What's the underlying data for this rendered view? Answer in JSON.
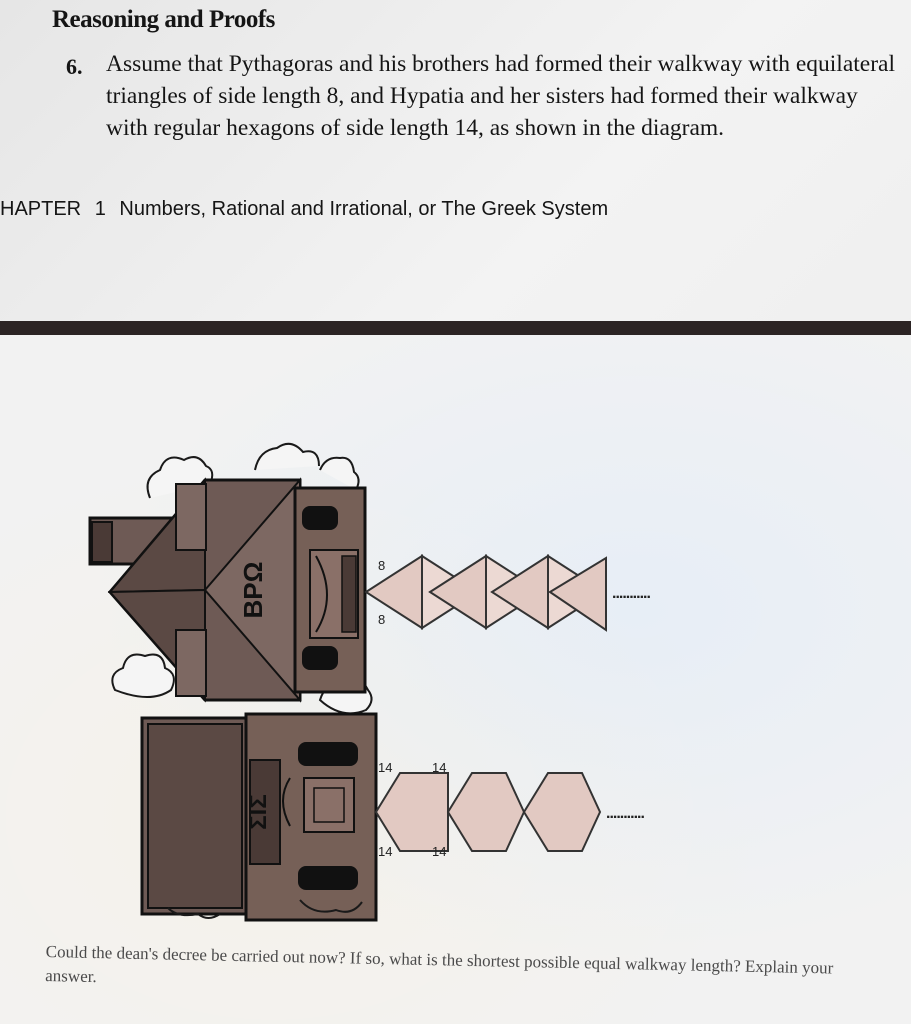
{
  "section_title": "Reasoning and Proofs",
  "problem": {
    "number": "6.",
    "text": "Assume that Pythagoras and his brothers had formed their walkway with equilateral triangles of side length 8, and Hypatia and her sisters had formed their walkway with regular hexagons of side length 14, as shown in the diagram."
  },
  "chapter_header": {
    "label": "HAPTER",
    "number": "1",
    "title": "Numbers, Rational and Irrational, or The Greek System"
  },
  "diagram": {
    "house_top_sign": "BPΩ",
    "house_bottom_sign": "ΣΙΣ",
    "triangle_side_top": "8",
    "triangle_side_bottom": "8",
    "hex_side_top_1": "14",
    "hex_side_top_2": "14",
    "hex_side_bottom_1": "14",
    "hex_side_bottom_2": "14",
    "triangle_continuation": "...........",
    "hexagon_continuation": "...........",
    "triangle_count": 4,
    "hexagon_count": 3,
    "colors": {
      "house": "#6e5a55",
      "house_dark": "#4a3a36",
      "tile": "#e2c9c2",
      "rule": "#2c2424"
    }
  },
  "question": "Could the dean's decree be carried out now? If so, what is the shortest possible equal walkway length? Explain your answer."
}
